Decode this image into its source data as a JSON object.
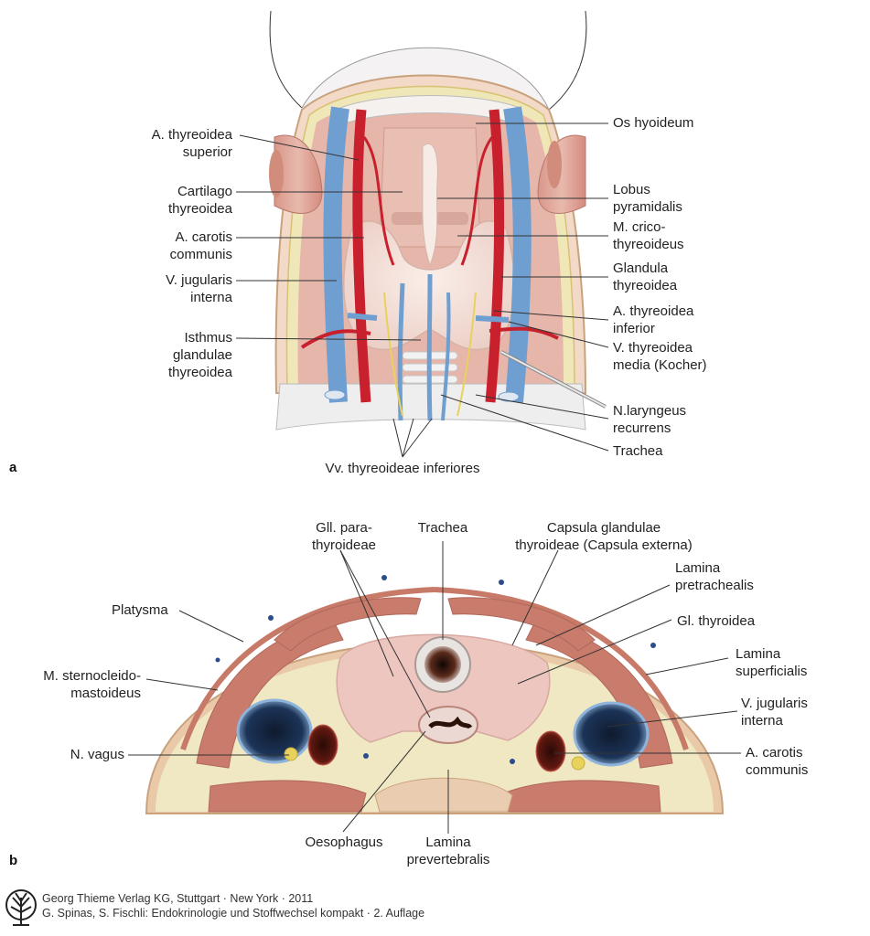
{
  "panel_a": {
    "letter": "a",
    "labels_left": [
      [
        "A. thyreoidea",
        "superior"
      ],
      [
        "Cartilago",
        "thyreoidea"
      ],
      [
        "A. carotis",
        "communis"
      ],
      [
        "V. jugularis",
        "interna"
      ],
      [
        "Isthmus",
        "glandulae",
        "thyreoidea"
      ]
    ],
    "labels_right": [
      [
        "Os hyoideum"
      ],
      [
        "Lobus",
        "pyramidalis"
      ],
      [
        "M. crico-",
        "thyreoideus"
      ],
      [
        "Glandula",
        "thyreoidea"
      ],
      [
        "A. thyreoidea",
        "inferior"
      ],
      [
        "V. thyreoidea",
        "media (Kocher)"
      ],
      [
        "N.laryngeus",
        "recurrens"
      ],
      [
        "Trachea"
      ]
    ],
    "label_bottom": "Vv. thyreoideae inferiores"
  },
  "panel_b": {
    "letter": "b",
    "labels_top": [
      [
        "Gll. para-",
        "thyroideae"
      ],
      [
        "Trachea"
      ],
      [
        "Capsula glandulae",
        "thyroideae (Capsula externa)"
      ]
    ],
    "labels_left": [
      [
        "Platysma"
      ],
      [
        "M. sternocleido-",
        "mastoideus"
      ],
      [
        "N. vagus"
      ]
    ],
    "labels_right": [
      [
        "Lamina",
        "pretrachealis"
      ],
      [
        "Gl. thyroidea"
      ],
      [
        "Lamina",
        "superficialis"
      ],
      [
        "V. jugularis",
        "interna"
      ],
      [
        "A. carotis",
        "communis"
      ]
    ],
    "labels_bottom": [
      [
        "Oesophagus"
      ],
      [
        "Lamina",
        "prevertebralis"
      ]
    ]
  },
  "footer": {
    "line1": "Georg Thieme Verlag KG, Stuttgart · New York · 2011",
    "line2": "G. Spinas, S. Fischli: Endokrinologie und Stoffwechsel kompakt · 2. Auflage"
  },
  "colors": {
    "artery": "#c8202c",
    "vein": "#6f9fd0",
    "muscle": "#c97b6c",
    "gland": "#f1d9d2",
    "fat": "#ede6b6",
    "skin": "#e9c9a8"
  }
}
